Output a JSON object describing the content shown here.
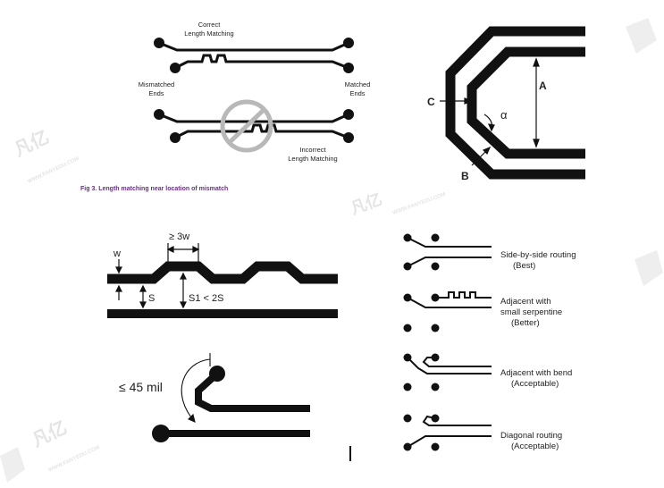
{
  "top_diagram": {
    "correct_label_1": "Correct",
    "correct_label_2": "Length Matching",
    "mismatched_label_1": "Mismatched",
    "mismatched_label_2": "Ends",
    "matched_label_1": "Matched",
    "matched_label_2": "Ends",
    "incorrect_label_1": "Incorrect",
    "incorrect_label_2": "Length Matching"
  },
  "caption": "Fig 3.   Length matching near location of mismatch",
  "bend_diagram": {
    "label_a": "A",
    "label_b": "B",
    "label_c": "C",
    "label_alpha": "α"
  },
  "serpentine": {
    "width_label": "w",
    "pitch_label": "≥ 3w",
    "spacing_label": "S",
    "s1_label": "S1  <  2S"
  },
  "angle": {
    "label": "≤ 45 mil"
  },
  "routing_options": [
    {
      "line1": "Side-by-side routing",
      "line2": "(Best)"
    },
    {
      "line1": "Adjacent with",
      "line2": "small serpentine",
      "line3": "(Better)"
    },
    {
      "line1": "Adjacent with bend",
      "line2": "(Acceptable)"
    },
    {
      "line1": "Diagonal routing",
      "line2": "(Acceptable)"
    }
  ],
  "watermark": {
    "brand": "凡亿",
    "url": "WWW.FANYEDU.COM"
  }
}
